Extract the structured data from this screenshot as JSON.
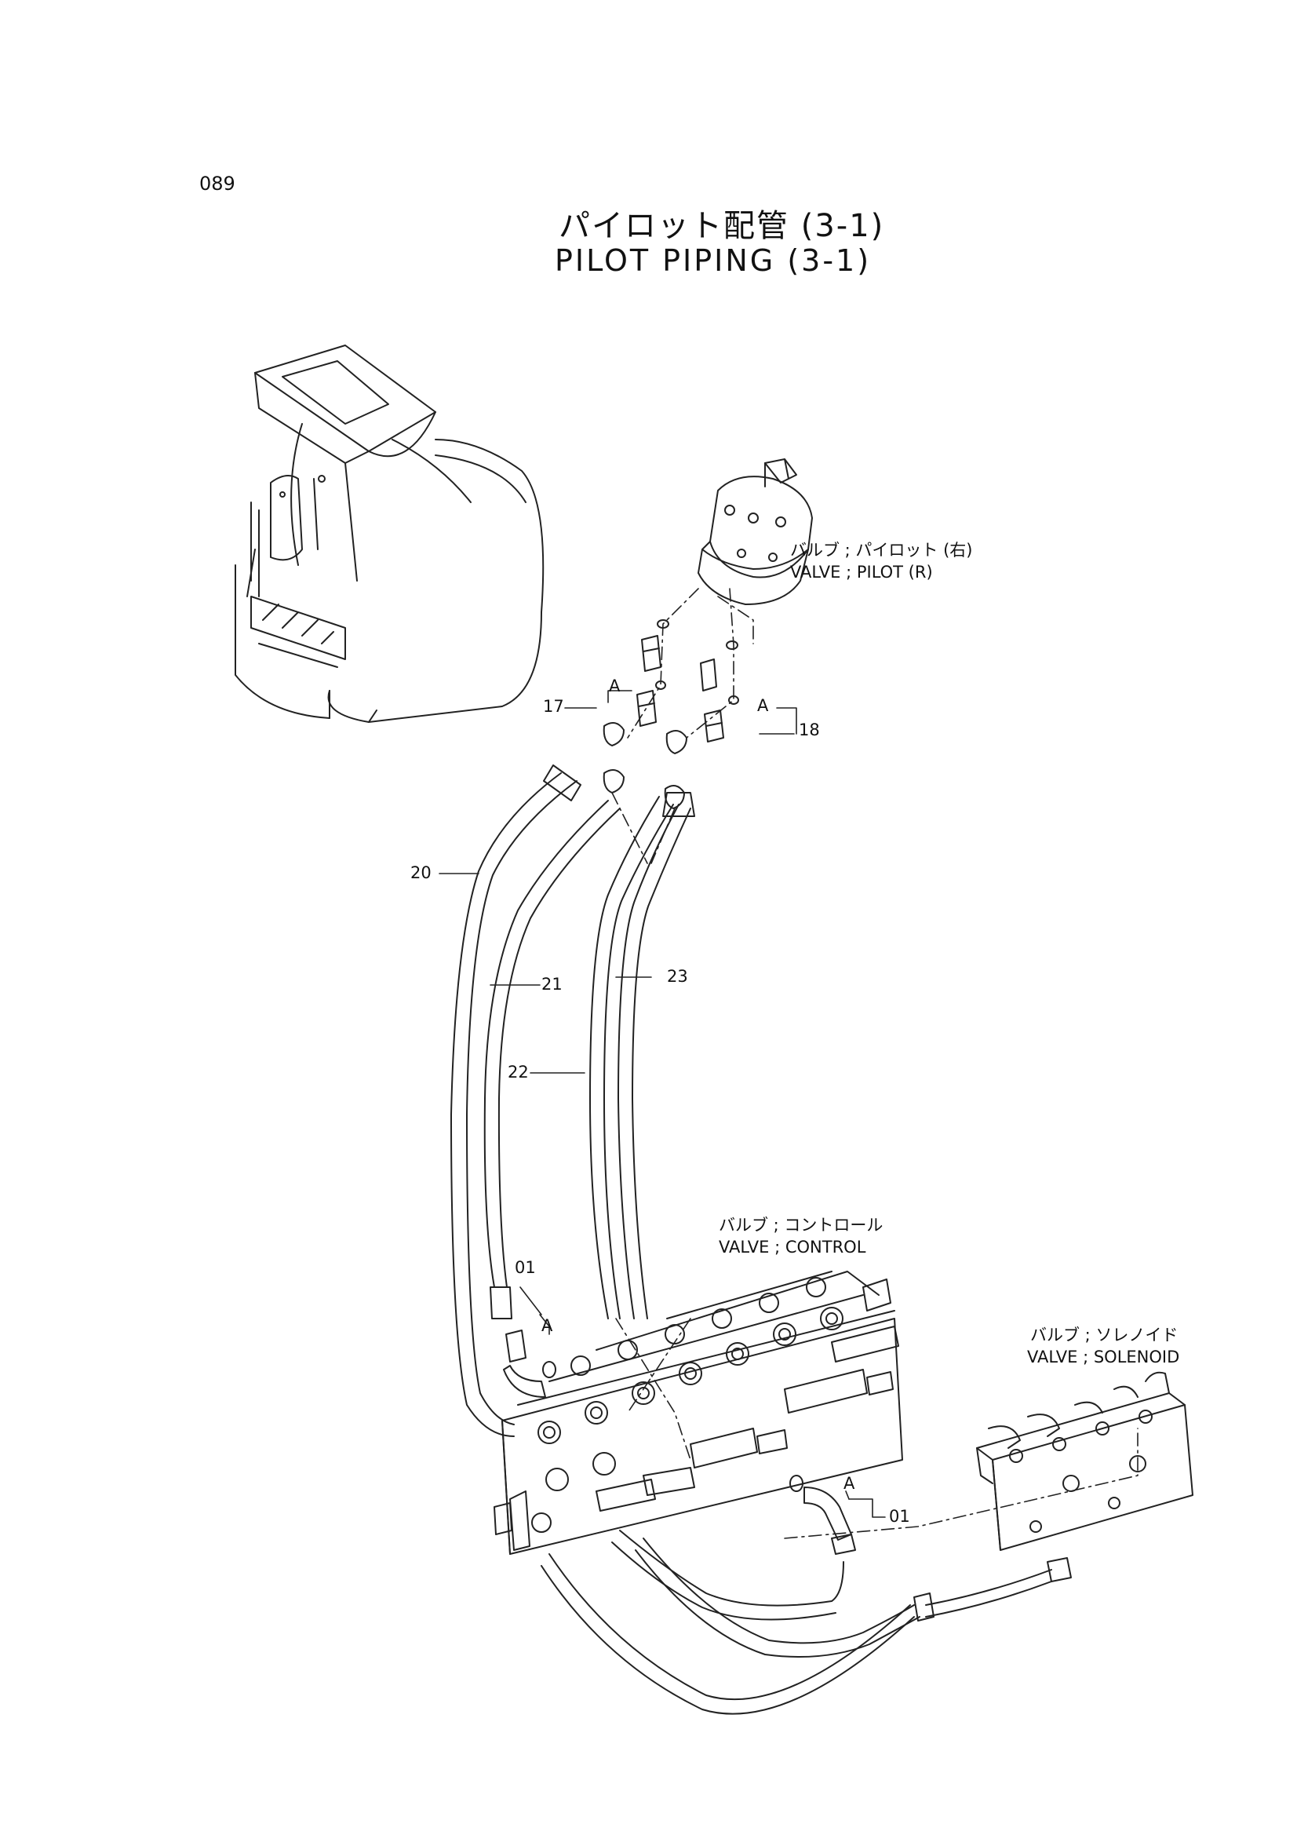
{
  "page_number": "089",
  "title": {
    "japanese": "パイロット配管 (3-1)",
    "english": "PILOT PIPING (3-1)"
  },
  "labels": {
    "valve_pilot_jp": "バルブ ; パイロット (右)",
    "valve_pilot_en": "VALVE ; PILOT (R)",
    "valve_control_jp": "バルブ ; コントロール",
    "valve_control_en": "VALVE ; CONTROL",
    "valve_solenoid_jp": "バルブ ; ソレノイド",
    "valve_solenoid_en": "VALVE ; SOLENOID"
  },
  "callouts": {
    "part_17": "17",
    "part_18": "18",
    "part_20": "20",
    "part_21": "21",
    "part_22": "22",
    "part_23": "23",
    "part_01_top": "01",
    "part_01_right": "01",
    "detail_a_left": "A",
    "detail_a_right": "A",
    "detail_a_lower": "A",
    "detail_a_right_lower": "A"
  }
}
